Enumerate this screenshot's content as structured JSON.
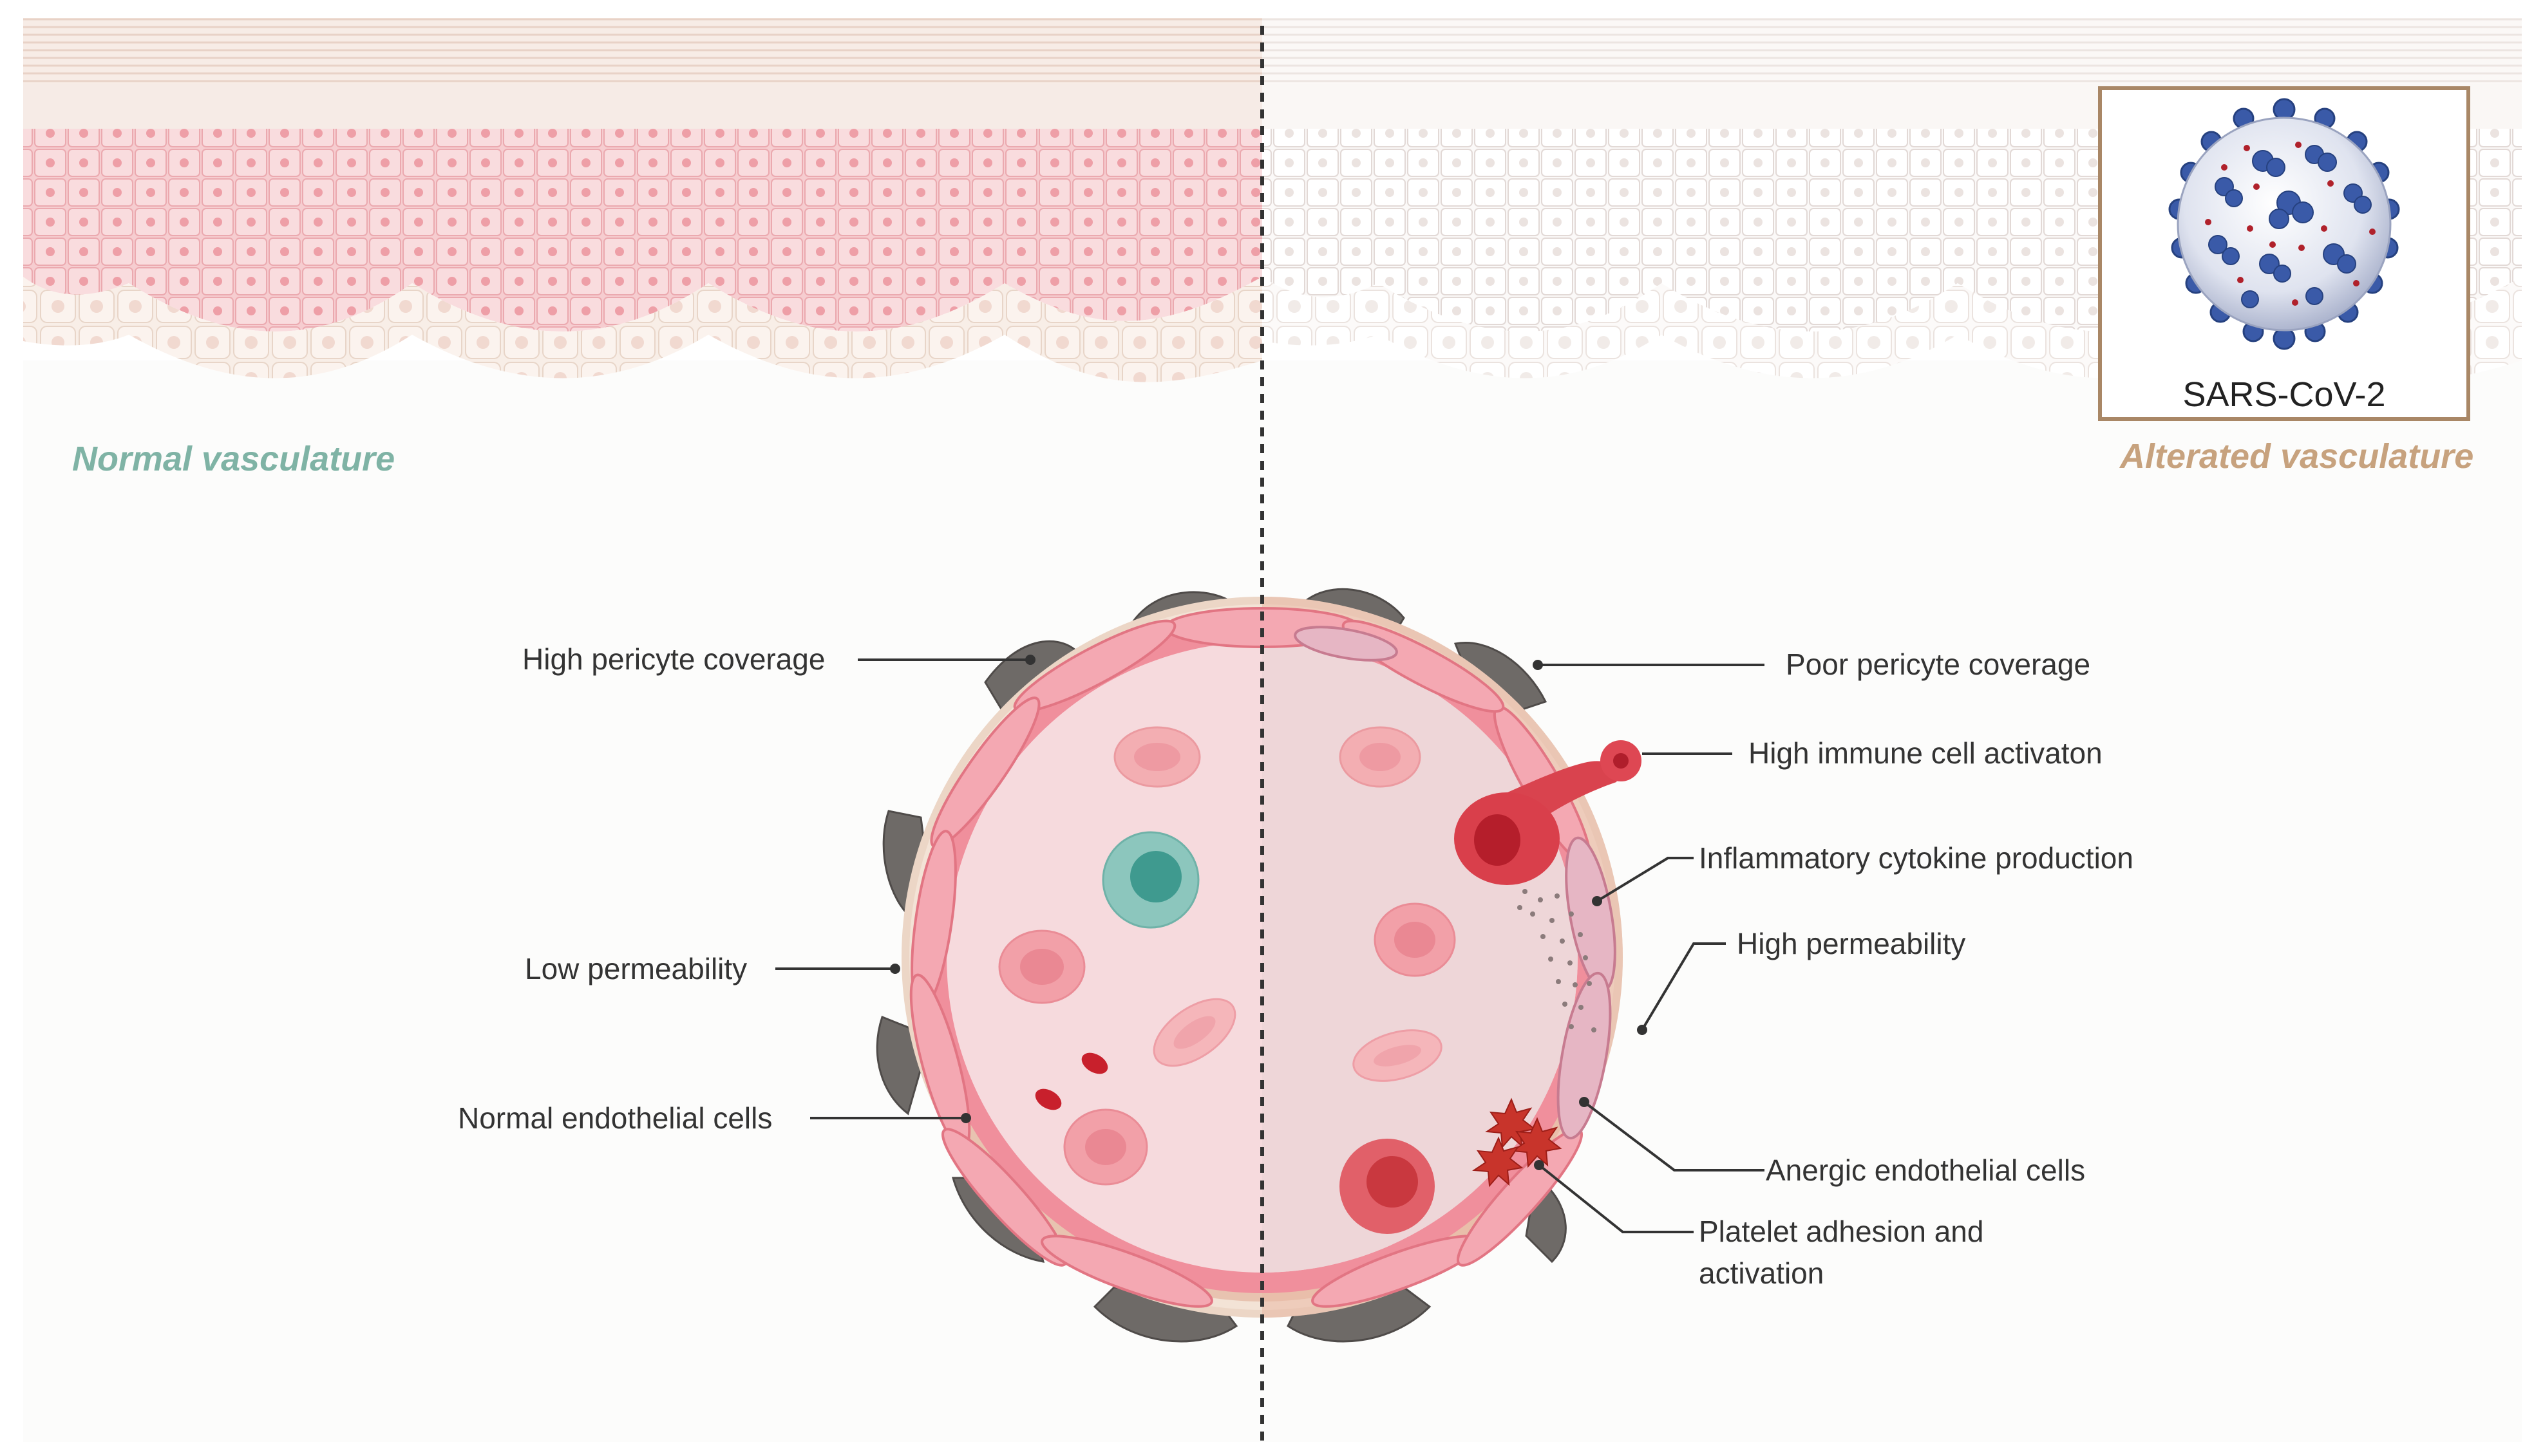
{
  "panels": {
    "left_title": "Normal vasculature",
    "right_title": "Alterated vasculature"
  },
  "inset": {
    "label": "SARS-CoV-2"
  },
  "labels_left": [
    "High pericyte coverage",
    "Low permeability",
    "Normal endothelial cells"
  ],
  "labels_right": [
    "Poor pericyte coverage",
    "High immune cell activaton",
    "Inflammatory cytokine production",
    "High permeability",
    "Anergic endothelial cells",
    "Platelet adhesion and",
    "activation"
  ],
  "colors": {
    "normal_title": "#7fb3a5",
    "altered_title": "#c7a27e",
    "skin_pink": "#f6c9cc",
    "virus_blue": "#3a5aa8",
    "box_border": "#a98766"
  }
}
